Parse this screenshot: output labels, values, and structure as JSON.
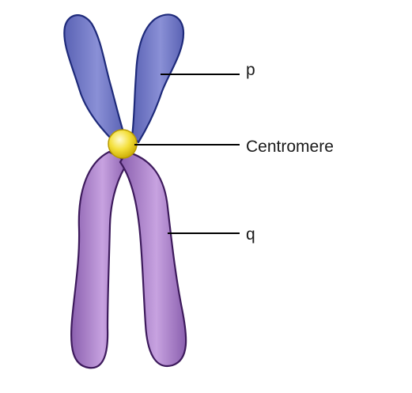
{
  "diagram": {
    "labels": {
      "p": "p",
      "centromere": "Centromere",
      "q": "q"
    },
    "colors": {
      "p_arm_fill": "#6f76c2",
      "p_arm_outline": "#1e2a7a",
      "q_arm_fill": "#a57ac6",
      "q_arm_outline": "#3d1a5c",
      "centromere_fill": "#f3df3a",
      "leader_line": "#000000"
    }
  }
}
